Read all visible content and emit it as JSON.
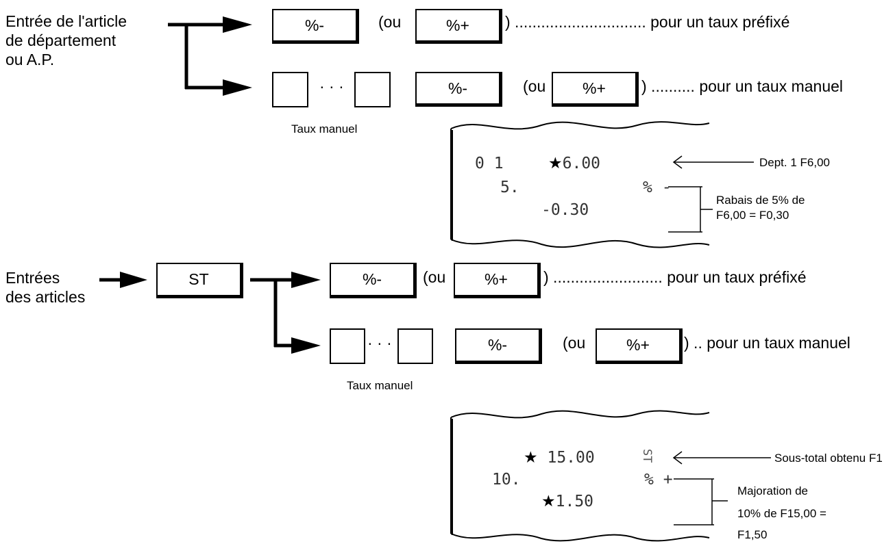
{
  "section1": {
    "source_label_lines": [
      "Entrée de l'article",
      "de département",
      "ou A.P."
    ],
    "keys": {
      "discount": "%-",
      "premium": "%+"
    },
    "or_open": "(ou",
    "preset_text": ") .............................. pour un taux préfixé",
    "dots": "· · ·",
    "manual_text": ") .......... pour un taux manuel",
    "manual_rate_label": "Taux manuel",
    "receipt": {
      "line1_left": "0 1",
      "line1_value": "6.00",
      "line2_left": "5.",
      "line2_right": "% -",
      "line3_value": "-0.30"
    },
    "annotation_dept": "Dept. 1 F6,00",
    "annotation_discount_lines": [
      "Rabais de 5% de",
      "F6,00 = F0,30"
    ]
  },
  "section2": {
    "source_label_lines": [
      "Entrées",
      "des articles"
    ],
    "st_key": "ST",
    "keys": {
      "discount": "%-",
      "premium": "%+"
    },
    "or_open": "(ou",
    "preset_text": ") ......................... pour un taux préfixé",
    "dots": "· · ·",
    "manual_text": ") .. pour un taux manuel",
    "manual_rate_label": "Taux manuel",
    "receipt": {
      "line1_value": "15.00",
      "line1_right": "ST",
      "line2_left": "10.",
      "line2_right": "% +",
      "line3_value": "1.50"
    },
    "annotation_subtotal": "Sous-total obtenu F1",
    "annotation_premium_lines": [
      "Majoration de",
      "10% de F15,00 =",
      "F1,50"
    ]
  },
  "icons": {
    "star": "★"
  }
}
